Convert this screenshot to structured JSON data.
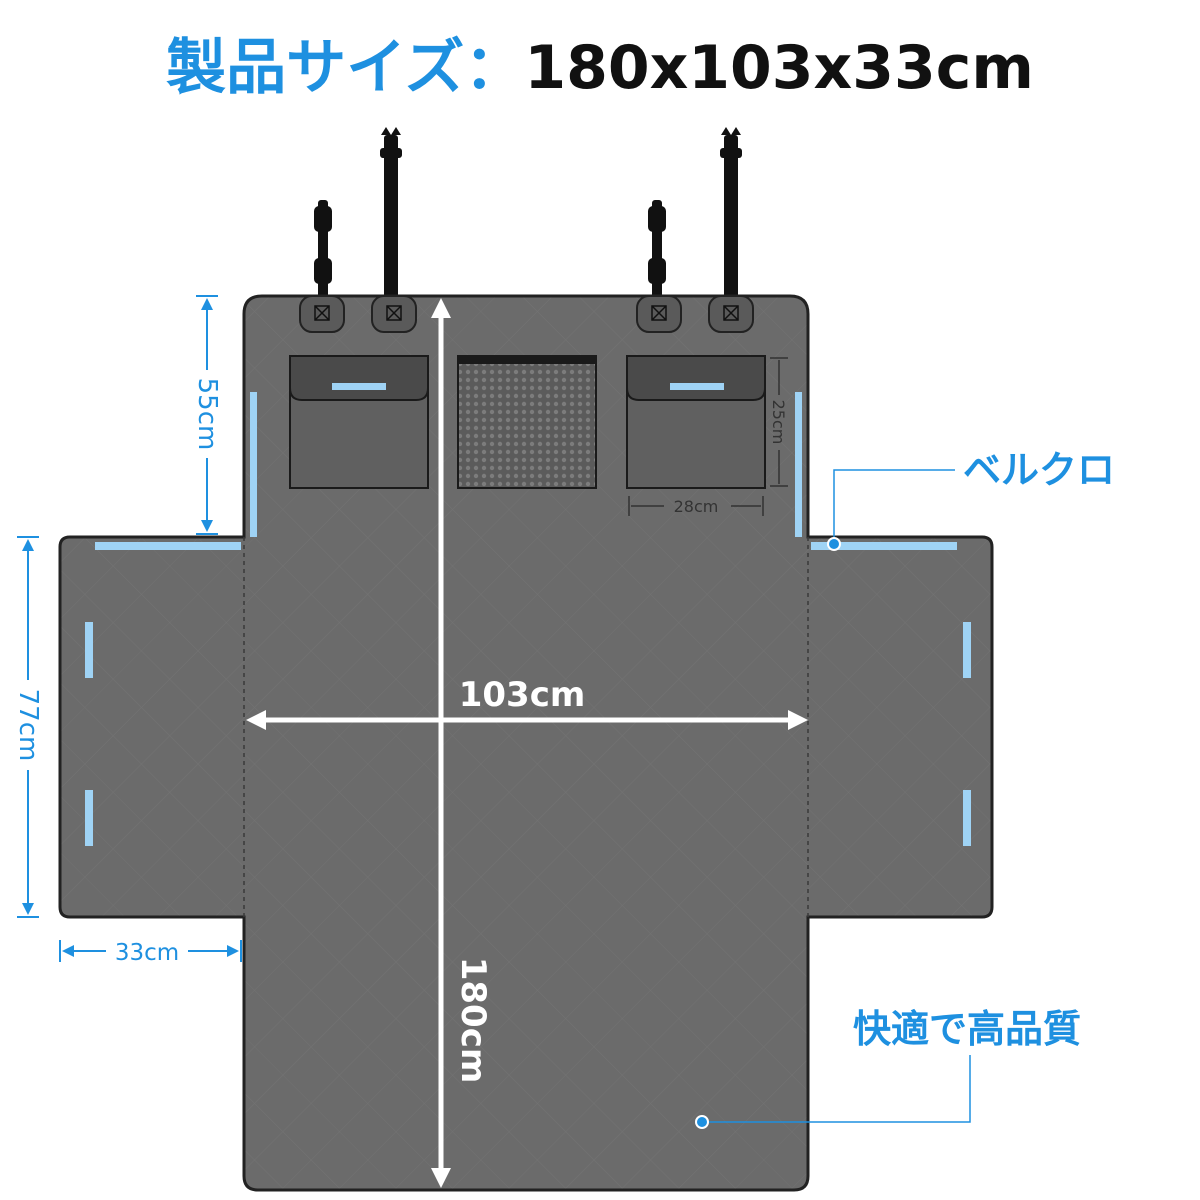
{
  "title": {
    "label": "製品サイズ：",
    "value": "180x103x33cm"
  },
  "labels": {
    "velcro": "ベルクロ",
    "quality": "快適で高品質"
  },
  "dimensions": {
    "width": "103cm",
    "length": "180cm",
    "side_height": "55cm",
    "flap_height": "77cm",
    "flap_width": "33cm",
    "pocket_height": "25cm",
    "pocket_width": "28cm"
  },
  "colors": {
    "accent": "#1e90e0",
    "mat": "#6b6b6b",
    "velcro_strip": "#9fd3f5",
    "dimension_line": "#1e90e0",
    "straps": "#111111"
  }
}
